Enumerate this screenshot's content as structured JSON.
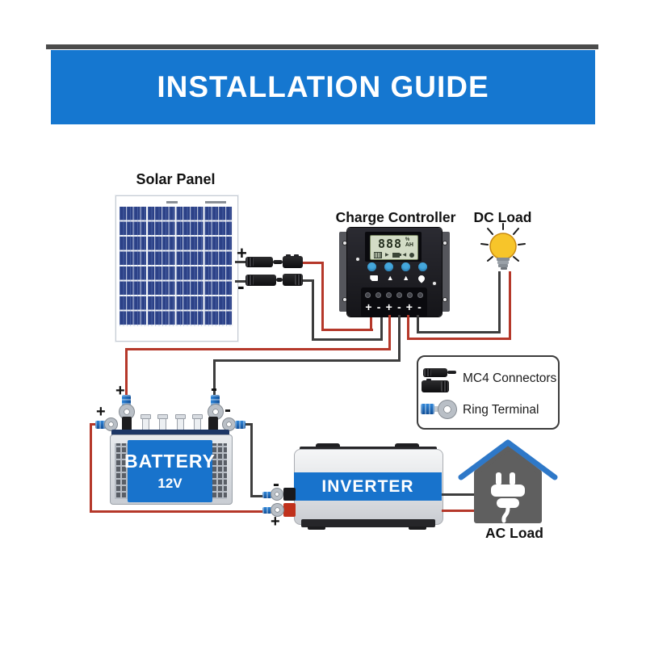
{
  "header": {
    "title": "INSTALLATION GUIDE"
  },
  "labels": {
    "solar_panel": "Solar Panel",
    "charge_controller": "Charge Controller",
    "dc_load": "DC Load",
    "ac_load": "AC Load"
  },
  "solar": {
    "plus": "+",
    "minus": "-"
  },
  "controller": {
    "display": "888",
    "percent": "%",
    "amp_hours": "AH",
    "terminals": [
      "+",
      "-",
      "+",
      "-",
      "+",
      "-"
    ]
  },
  "battery": {
    "title": "BATTERY",
    "voltage": "12V",
    "top_plus": "+",
    "top_minus": "-",
    "side_plus": "+",
    "side_minus": "-"
  },
  "inverter": {
    "label": "INVERTER",
    "minus": "-",
    "plus": "+"
  },
  "legend": {
    "items": [
      {
        "icon": "mc4-connectors-icon",
        "label": "MC4 Connectors"
      },
      {
        "icon": "ring-terminal-icon",
        "label": "Ring Terminal"
      }
    ]
  },
  "colors": {
    "header_blue": "#1577d0",
    "brand_blue": "#1873cc",
    "wire_red": "#b5382a",
    "wire_black": "#3d3d3d",
    "roof_blue": "#2e78c8",
    "bulb_yellow": "#f7c52a",
    "panel_cell": "#2c4187",
    "house_gray": "#5f5f5f"
  }
}
